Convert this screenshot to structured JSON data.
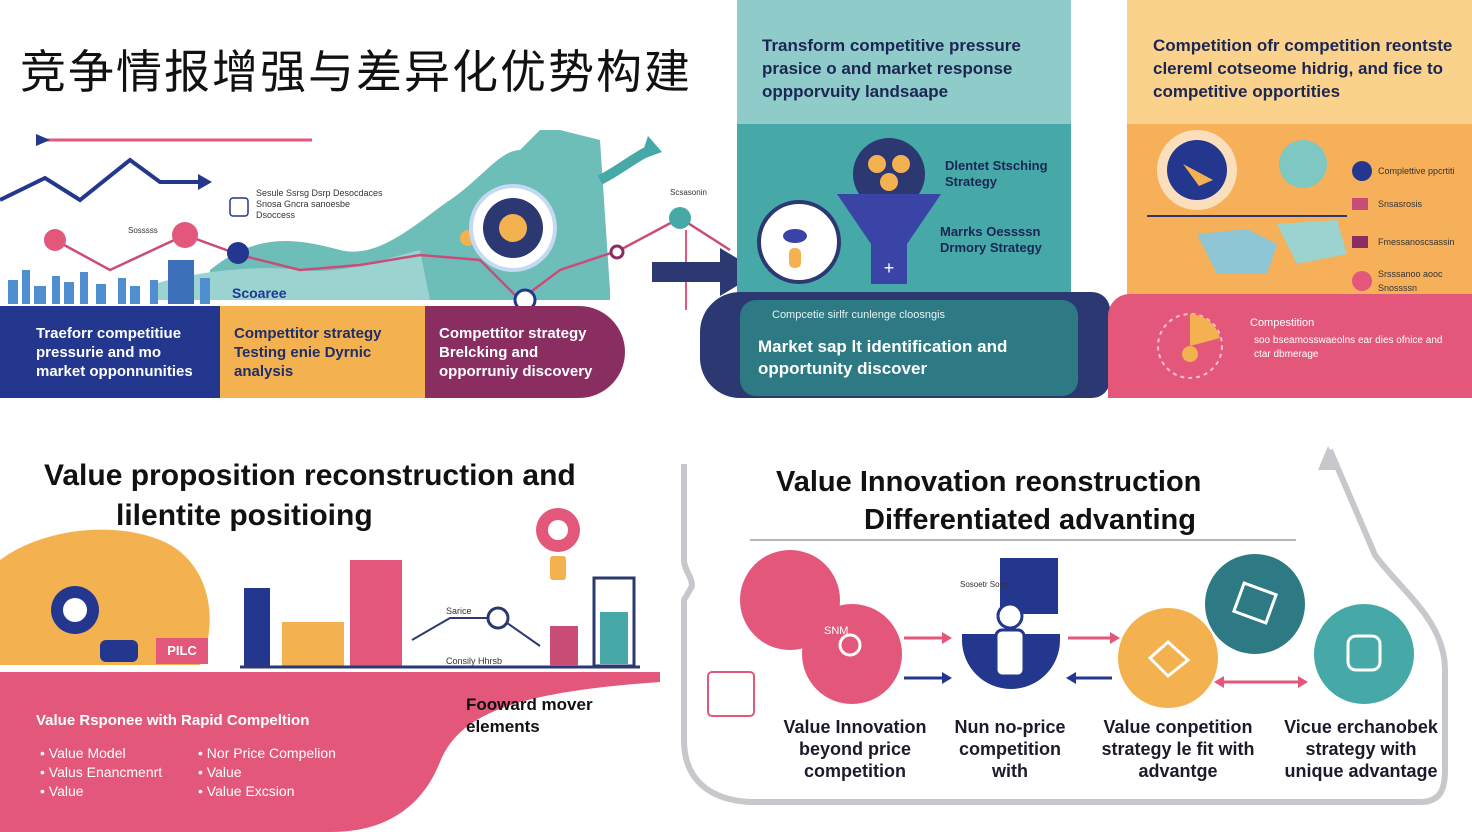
{
  "header": {
    "title": "竞争情报增强与差异化优势构建"
  },
  "top_bands": [
    {
      "label": "Traeforr competitiue pressurie and mo market opponnunities"
    },
    {
      "label": "Compettitor strategy Testing enie Dyrnic analysis"
    },
    {
      "label": "Compettitor strategy Brelcking and opporruniy discovery"
    }
  ],
  "top_left_graph": {
    "note_1": "Sesule Ssrsg Dsrp Desocdaces Snosa Gncra sanoesbe Dsoccess",
    "note_2": "Sosssss",
    "note_3": "Scsasonin",
    "chart_label": "Scoaree"
  },
  "teal_panel": {
    "heading": "Transform competitive pressure prasice o and market response oppporvuity landsaape",
    "item_1": "Dlentet Stsching Strategy",
    "item_2": "Marrks Oessssn Drmory Strategy",
    "small_caption": "Compcetie sirlfr cunlenge cloosngis",
    "box_text": "Market sap lt identification and opportunity discover"
  },
  "orange_panel": {
    "heading": "Competition ofr competition reontste clereml cotseome hidrig, and fice to competitive opportities",
    "list": [
      "Complettive ppcrtiti",
      "Snsasrosis",
      "Fmessanoscsassin",
      "Srsssanoo aooc Snossssn"
    ],
    "pink_title": "Compestition",
    "pink_body": "soo bseamosswaeolns ear dies ofnice and ctar dbmerage"
  },
  "value_left": {
    "title_line1": "Value proposition reconstruction and",
    "title_line2": "lilentite positioing",
    "pilc_badge": "PILC",
    "chart_label_1": "Sarice",
    "chart_label_2": "Consily Hhrsb",
    "forward_line1": "Fooward mover",
    "forward_line2": "elements",
    "pink_heading": "Value Rsponee with Rapid Compeltion",
    "list_left": [
      "Value Model",
      "Valus Enancmenrt",
      "Value"
    ],
    "list_right": [
      "Nor Price Compelion",
      "Value",
      "Value Excsion"
    ]
  },
  "value_right": {
    "title_line1": "Value Innovation reonstruction",
    "title_line2": "Differentiated advanting",
    "pink_circle_label": "SNM",
    "navy_caption": "Sosoetr Sooo",
    "labels": [
      "Value Innovation beyond price competition",
      "Nun no-price competition with",
      "Value conpetition strategy le fit with advantge",
      "Vicue erchanobek strategy with unique advantage"
    ]
  },
  "colors": {
    "navy": "#23378f",
    "teal": "#46a8a7",
    "orange": "#f4b14f",
    "pink": "#e3587a",
    "plum": "#8a2e62"
  }
}
